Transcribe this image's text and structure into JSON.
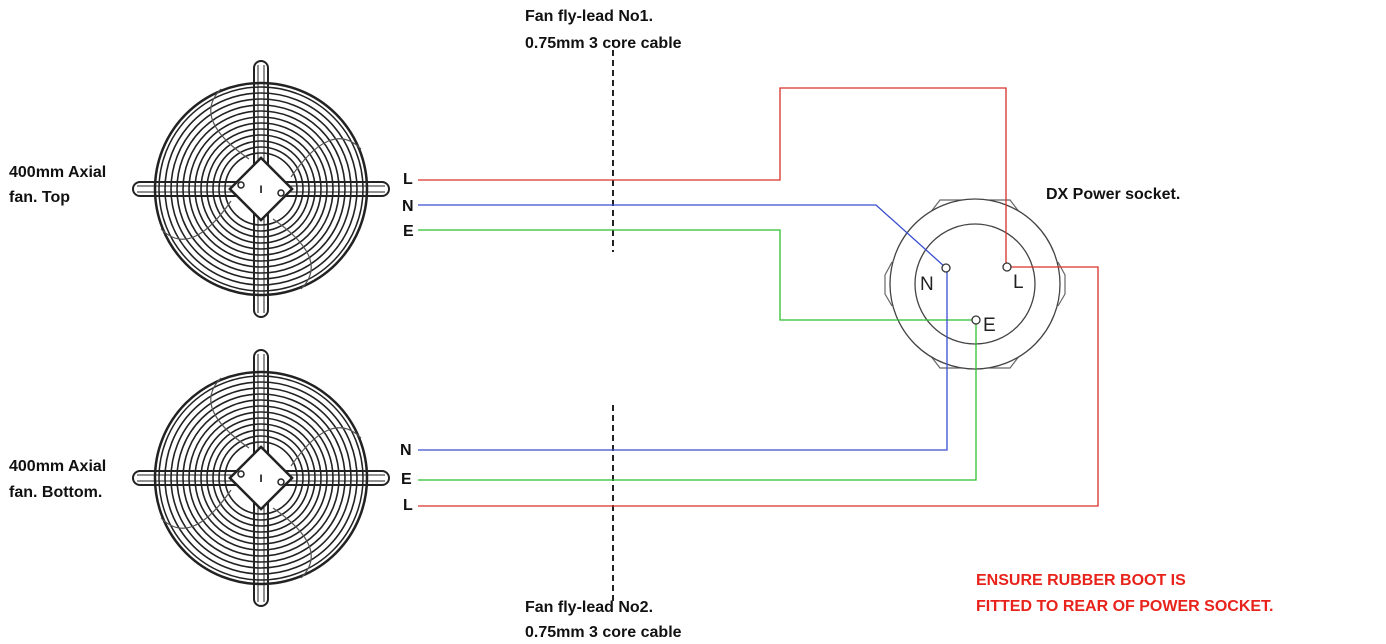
{
  "flylead_top": {
    "line1": "Fan fly-lead No1.",
    "line2": "0.75mm 3 core cable"
  },
  "flylead_bottom": {
    "line1": "Fan fly-lead No2.",
    "line2": "0.75mm 3 core cable"
  },
  "fan_top": {
    "label_line1": "400mm Axial",
    "label_line2": "fan. Top",
    "hub_mark": "I",
    "leads": [
      "L",
      "N",
      "E"
    ]
  },
  "fan_bottom": {
    "label_line1": "400mm Axial",
    "label_line2": "fan. Bottom.",
    "hub_mark": "I",
    "leads": [
      "N",
      "E",
      "L"
    ]
  },
  "socket": {
    "title": "DX Power socket.",
    "terminal_n": "N",
    "terminal_l": "L",
    "terminal_e": "E"
  },
  "warning": {
    "line1": "ENSURE RUBBER BOOT IS",
    "line2": "FITTED TO REAR OF POWER SOCKET."
  },
  "colors": {
    "live": "#d9302a",
    "neutral": "#3a4fd0",
    "earth": "#2fbf2f",
    "warning_text": "#e8231b",
    "linework": "#222222"
  }
}
